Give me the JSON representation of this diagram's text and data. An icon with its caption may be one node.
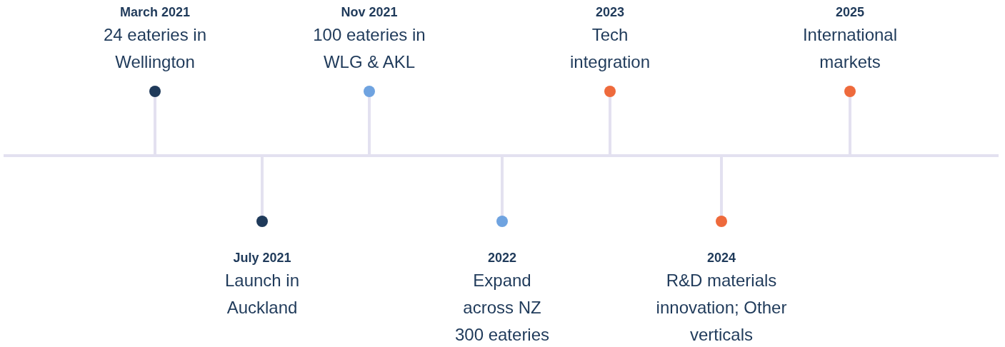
{
  "diagram": {
    "nodes": [
      {
        "text": [
          "March 2021",
          "24 eateries in Wellington"
        ]
      },
      {
        "text": [
          "July 2021",
          "Launch in Auckland"
        ]
      },
      {
        "text": [
          "Nov 2021",
          "100 eateries in WLG & AKL"
        ]
      },
      {
        "text": [
          "2022",
          "Expand across NZ 300 eateries"
        ]
      },
      {
        "text": [
          "2023",
          "Tech integration"
        ]
      },
      {
        "text": [
          "2024",
          "R&D materials innovation; Other verticals"
        ]
      },
      {
        "text": [
          "2025",
          "International markets"
        ]
      }
    ],
    "edges": []
  }
}
